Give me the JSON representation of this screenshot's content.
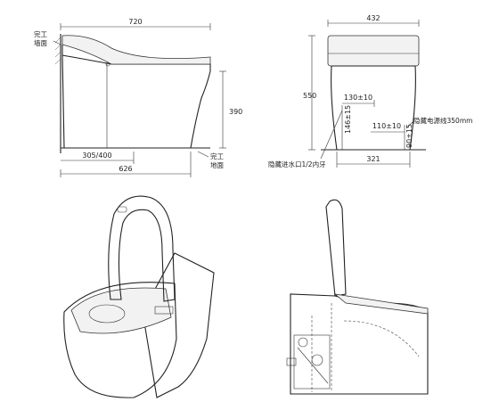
{
  "side_view": {
    "width_label": "720",
    "depth_label": "626",
    "height_label": "390",
    "drain_label": "305/400",
    "wall_label_line1": "完工",
    "wall_label_line2": "墙面",
    "floor_label_line1": "完工",
    "floor_label_line2": "地面"
  },
  "rear_view": {
    "width_label": "432",
    "height_label": "550",
    "base_width_label": "321",
    "water_offset_label": "130±10",
    "water_height_label": "146±15",
    "power_offset_label": "110±10",
    "power_height_label": "90±15",
    "power_note": "隐藏电源线350mm",
    "water_note": "隐藏进水口1/2内牙"
  },
  "colors": {
    "line": "#222222",
    "fill_light": "#f2f2f2",
    "background": "#ffffff"
  }
}
